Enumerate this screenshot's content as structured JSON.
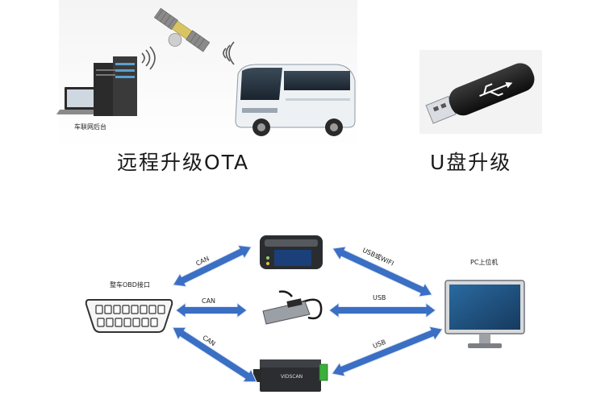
{
  "top": {
    "ota_caption": "远程升级OTA",
    "usb_caption": "U盘升级",
    "backend_label": "车联网后台"
  },
  "bottom": {
    "obd_label": "整车OBD接口",
    "pc_label": "PC上位机",
    "link_left_top": "CAN",
    "link_left_mid": "CAN",
    "link_left_bottom": "CAN",
    "link_right_top": "USB或WIFI",
    "link_right_mid": "USB",
    "link_right_bottom": "USB",
    "device_bottom_brand": "VIDSCAN"
  },
  "colors": {
    "arrow_fill": "#3a6fc4",
    "arrow_stroke": "#dfe7f5",
    "monitor_screen": "#1f4e7a",
    "bus_body": "#eef1f4"
  }
}
